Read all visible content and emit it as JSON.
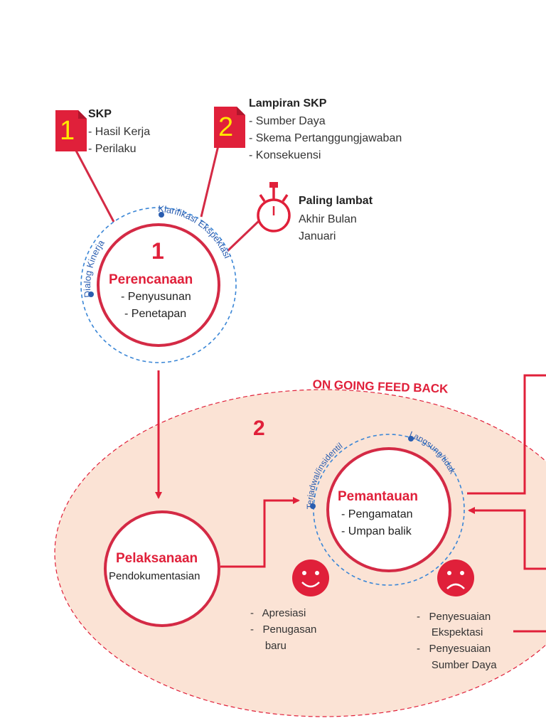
{
  "colors": {
    "accent": "#e0203a",
    "dash": "#3a86d6",
    "ellipse_fill": "#fbe3d5",
    "arrow": "#e0203a"
  },
  "doc1": {
    "number": "1",
    "title": "SKP",
    "items": [
      "-   Hasil Kerja",
      "-   Perilaku"
    ]
  },
  "doc2": {
    "number": "2",
    "title": "Lampiran SKP",
    "items": [
      "-   Sumber Daya",
      "-   Skema Pertanggungjawaban",
      "-   Konsekuensi"
    ]
  },
  "timer": {
    "title": "Paling lambat",
    "lines": [
      "Akhir Bulan",
      "Januari"
    ],
    "icon": "stopwatch-icon"
  },
  "planning": {
    "number": "1",
    "title": "Perencanaan",
    "items": [
      "- Penyusunan",
      "- Penetapan"
    ],
    "arc_left": "Dialog Kinerja",
    "arc_right": "Klarifikasi Ekspektasi"
  },
  "feedback": {
    "label": "ON GOING FEED BACK",
    "number": "2"
  },
  "execution": {
    "title": "Pelaksanaan",
    "subtitle": "Pendokumentasian"
  },
  "monitoring": {
    "title": "Pemantauan",
    "items": [
      "-   Pengamatan",
      "-   Umpan balik"
    ],
    "arc_left": "Terjadwal/insidentil",
    "arc_right": "Langsung/tidak"
  },
  "happy": {
    "icon": "happy-face-icon",
    "items": [
      "-   Apresiasi",
      "-   Penugasan",
      "     baru"
    ]
  },
  "sad": {
    "icon": "sad-face-icon",
    "items": [
      "-   Penyesuaian",
      "     Ekspektasi",
      "-   Penyesuaian",
      "     Sumber Daya"
    ]
  }
}
